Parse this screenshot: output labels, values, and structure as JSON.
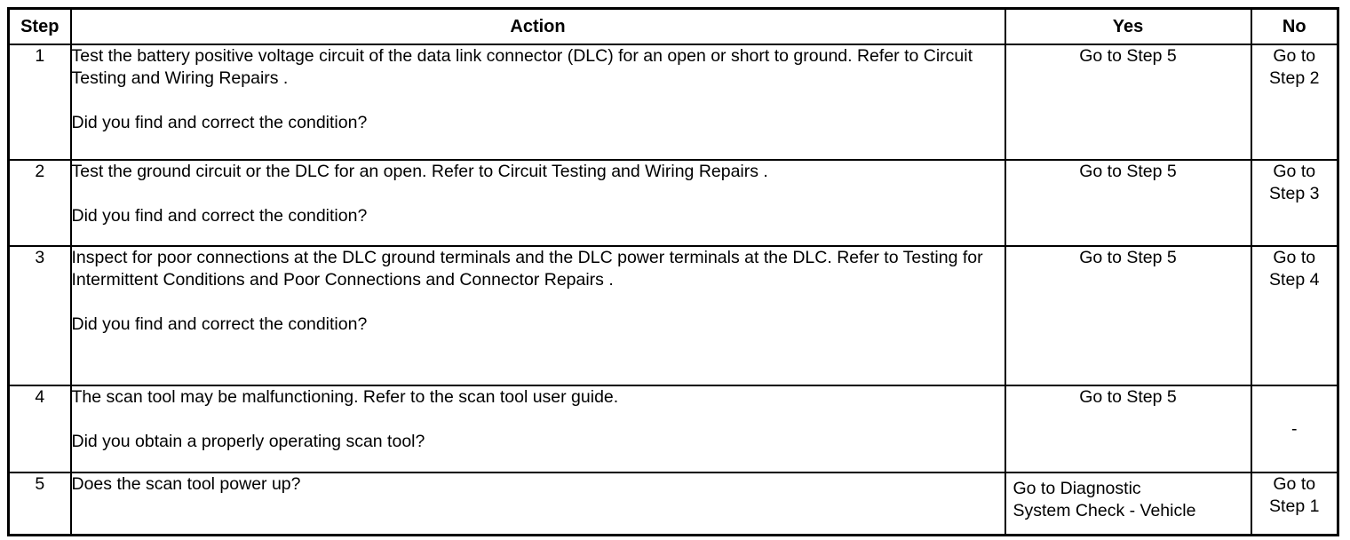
{
  "table": {
    "headers": {
      "step": "Step",
      "action": "Action",
      "yes": "Yes",
      "no": "No"
    },
    "rows": [
      {
        "step": "1",
        "action_lines": [
          "Test the battery positive voltage circuit of the data link connector (DLC) for an open or short to ground. Refer to Circuit Testing and Wiring Repairs ."
        ],
        "action_question": "Did you find and correct the condition?",
        "yes": "Go to Step 5",
        "no_line1": "Go to",
        "no_line2": "Step 2"
      },
      {
        "step": "2",
        "action_lines": [
          "Test the ground circuit or the DLC for an open. Refer to Circuit Testing and Wiring Repairs ."
        ],
        "action_question": "Did you find and correct the condition?",
        "yes": "Go to Step 5",
        "no_line1": "Go to",
        "no_line2": "Step 3"
      },
      {
        "step": "3",
        "action_lines": [
          "Inspect for poor connections at the DLC ground terminals and the DLC power terminals at the DLC. Refer to Testing for Intermittent Conditions and Poor Connections and Connector Repairs ."
        ],
        "action_question": "Did you find and correct the condition?",
        "yes": "Go to Step 5",
        "no_line1": "Go to",
        "no_line2": "Step 4"
      },
      {
        "step": "4",
        "action_lines": [
          "The scan tool may be malfunctioning. Refer to the scan tool user guide."
        ],
        "action_question": "Did you obtain a properly operating scan tool?",
        "yes": "Go to Step 5",
        "no_line1": "-",
        "no_line2": ""
      },
      {
        "step": "5",
        "action_lines": [
          "Does the scan tool power up?"
        ],
        "action_question": "",
        "yes_line1": "Go to Diagnostic",
        "yes_line2": "System Check - Vehicle",
        "no_line1": "Go to",
        "no_line2": "Step 1"
      }
    ]
  }
}
